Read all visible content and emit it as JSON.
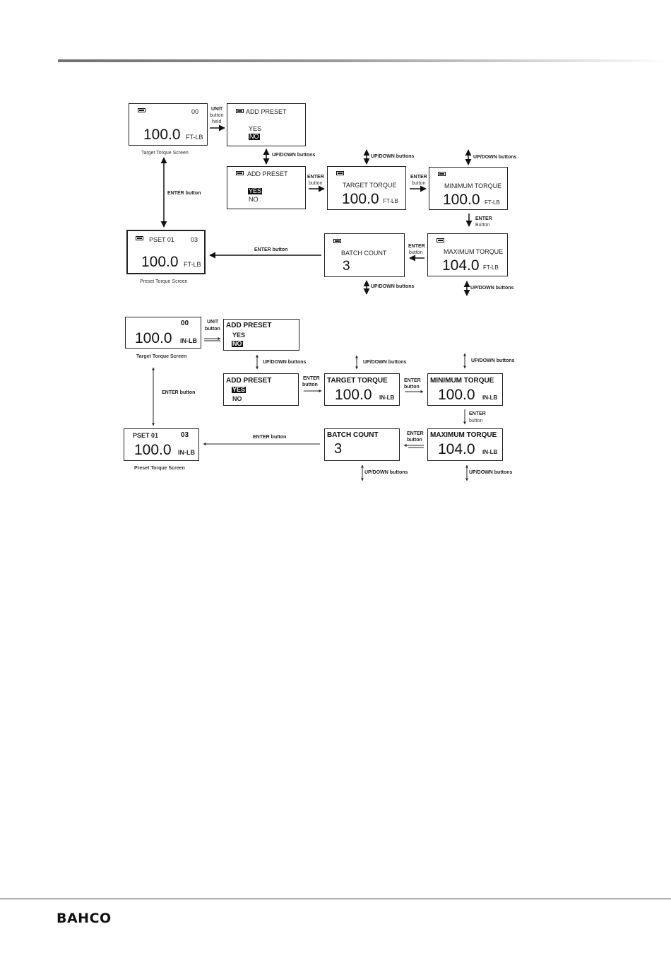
{
  "icons": [
    "battery-icon",
    "arrow-right",
    "arrow-left",
    "arrow-down",
    "arrow-up-down"
  ],
  "diagram1": {
    "target_screen": {
      "count": "00",
      "value": "100.0",
      "unit": "FT-LB",
      "caption": "Target Torque Screen"
    },
    "unit_label": {
      "line1": "UNIT",
      "line2": "button",
      "line3": "held"
    },
    "add_preset_a": {
      "title": "ADD PRESET",
      "opt_yes": "YES",
      "opt_no": "NO"
    },
    "updown_a": "UP/DOWN buttons",
    "enter_vertical": "ENTER button",
    "add_preset_b": {
      "title": "ADD PRESET",
      "opt_yes": "YES",
      "opt_no": "NO"
    },
    "enter_label_1": {
      "line1": "ENTER",
      "line2": "button"
    },
    "target_torque": {
      "title": "TARGET TORQUE",
      "value": "100.0",
      "unit": "FT-LB"
    },
    "updown_b": "UP/DOWN buttons",
    "enter_label_2": {
      "line1": "ENTER",
      "line2": "button"
    },
    "minimum_torque": {
      "title": "MINIMUM TORQUE",
      "value": "100.0",
      "unit": "FT-LB"
    },
    "updown_c": "UP/DOWN buttons",
    "enter_label_3": {
      "line1": "ENTER",
      "line2": "Button"
    },
    "preset_screen": {
      "title": "PSET 01",
      "count": "03",
      "value": "100.0",
      "unit": "FT-LB",
      "caption": "Preset Torque Screen"
    },
    "enter_long": "ENTER button",
    "batch_count": {
      "title": "BATCH COUNT",
      "value": "3"
    },
    "enter_label_4": {
      "line1": "ENTER",
      "line2": "button"
    },
    "maximum_torque": {
      "title": "MAXIMUM TORQUE",
      "value": "104.0",
      "unit": "FT-LB"
    },
    "updown_d": "UP/DOWN buttons",
    "updown_e": "UP/DOWN buttons"
  },
  "diagram2": {
    "target_screen": {
      "count": "00",
      "value": "100.0",
      "unit": "IN-LB",
      "caption": "Target Torque Screen"
    },
    "unit_label": {
      "line1": "UNIT",
      "line2": "button"
    },
    "add_preset_a": {
      "title": "ADD PRESET",
      "opt_yes": "YES",
      "opt_no": "NO"
    },
    "updown_a": "UP/DOWN buttons",
    "updown_b": "UP/DOWN buttons",
    "updown_c": "UP/DOWN buttons",
    "enter_vertical": "ENTER button",
    "add_preset_b": {
      "title": "ADD PRESET",
      "opt_yes": "YES",
      "opt_no": "NO"
    },
    "enter_label_1": {
      "line1": "ENTER",
      "line2": "button"
    },
    "target_torque": {
      "title": "TARGET TORQUE",
      "value": "100.0",
      "unit": "IN-LB"
    },
    "enter_label_2": {
      "line1": "ENTER",
      "line2": "button"
    },
    "minimum_torque": {
      "title": "MINIMUM TORQUE",
      "value": "100.0",
      "unit": "IN-LB"
    },
    "enter_label_3": {
      "line1": "ENTER",
      "line2": "button"
    },
    "preset_screen": {
      "title": "PSET 01",
      "count": "03",
      "value": "100.0",
      "unit": "IN-LB",
      "caption": "Preset Torque Screen"
    },
    "enter_long": "ENTER button",
    "batch_count": {
      "title": "BATCH COUNT",
      "value": "3"
    },
    "enter_label_4": {
      "line1": "ENTER",
      "line2": "button"
    },
    "maximum_torque": {
      "title": "MAXIMUM TORQUE",
      "value": "104.0",
      "unit": "IN-LB"
    },
    "updown_d": "UP/DOWN buttons",
    "updown_e": "UP/DOWN buttons"
  },
  "footer": {
    "brand": "BAHCO"
  }
}
